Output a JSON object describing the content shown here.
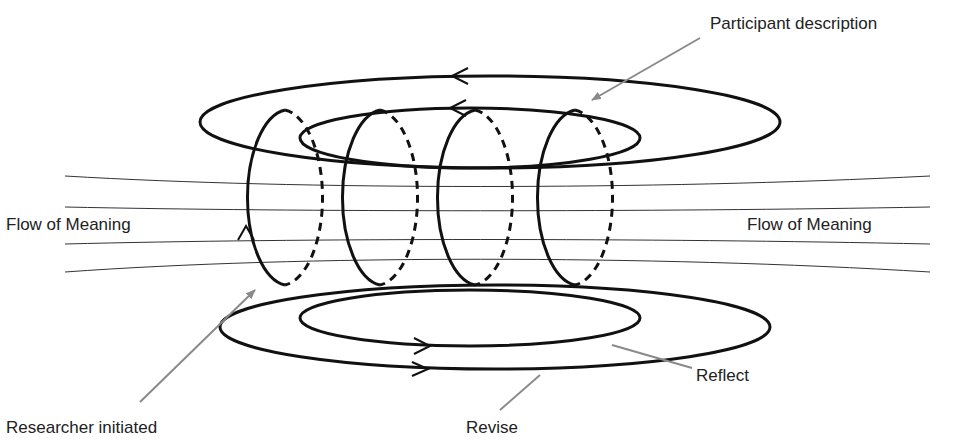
{
  "diagram": {
    "labels": [
      "Participant description",
      "Flow of Meaning",
      "Flow of Meaning",
      "Researcher initiated",
      "Reflect",
      "Revise"
    ]
  }
}
